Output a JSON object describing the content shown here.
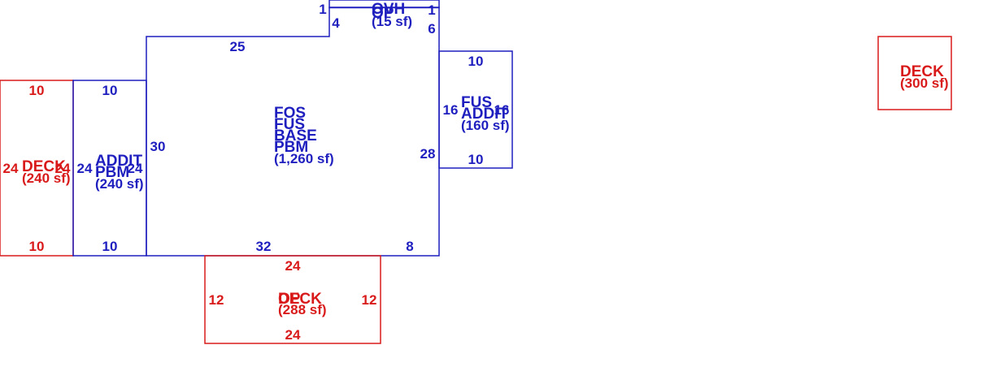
{
  "colors": {
    "living": "#1f1fbf",
    "exterior": "#d91a1a"
  },
  "main_house": {
    "labels": [
      "FOS",
      "FUS",
      "BASE",
      "PBM"
    ],
    "sf": "(1,260 sf)",
    "dims": {
      "top_right": "25",
      "top_left": "1",
      "step": "4",
      "right": "28",
      "left": "30",
      "bottom_left": "32",
      "bottom_right": "8"
    }
  },
  "ovh": {
    "labels": [
      "OVH",
      "OP"
    ],
    "sf": "(15 sf)",
    "dims": {
      "right_top": "1",
      "right": "6"
    }
  },
  "fus_addit": {
    "labels": [
      "FUS",
      "ADDIT"
    ],
    "sf": "(160 sf)",
    "dims": {
      "top": "10",
      "left": "16",
      "right": "16",
      "bottom": "10"
    }
  },
  "left_addit": {
    "labels": [
      "ADDIT",
      "PBM"
    ],
    "sf": "(240 sf)",
    "dims": {
      "top": "10",
      "left": "24",
      "right": "24",
      "bottom": "10"
    }
  },
  "left_deck": {
    "labels": [
      "DECK"
    ],
    "sf": "(240 sf)",
    "dims": {
      "top": "10",
      "left": "24",
      "right": "24",
      "bottom": "10"
    }
  },
  "bottom_deck": {
    "labels": [
      "DECK",
      "OP"
    ],
    "sf": "(288 sf)",
    "dims": {
      "top": "24",
      "left": "12",
      "right": "12",
      "bottom": "24"
    }
  },
  "far_deck": {
    "labels": [
      "DECK"
    ],
    "sf": "(300 sf)"
  }
}
